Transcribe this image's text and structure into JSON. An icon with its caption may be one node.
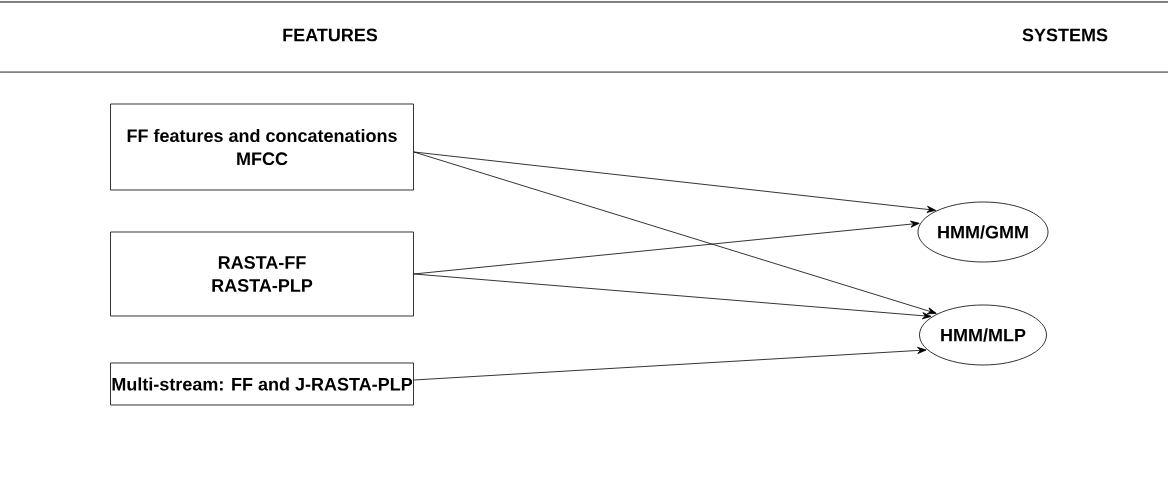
{
  "diagram": {
    "nodes": [
      {
        "text": [
          "FF features and concatenations",
          "MFCC"
        ]
      },
      {
        "text": [
          "RASTA-FF",
          "RASTA-PLP"
        ]
      },
      {
        "text": [
          "Multi-stream: FF and J-RASTA-PLP"
        ]
      },
      {
        "text": [
          "HMM/GMM"
        ]
      },
      {
        "text": [
          "HMM/MLP"
        ]
      }
    ],
    "edges": [
      {
        "from": 0,
        "to": 3,
        "arrow": "to"
      },
      {
        "from": 0,
        "to": 4,
        "arrow": "to"
      },
      {
        "from": 1,
        "to": 3,
        "arrow": "to"
      },
      {
        "from": 1,
        "to": 4,
        "arrow": "to"
      },
      {
        "from": 2,
        "to": 4,
        "arrow": "to"
      }
    ],
    "labels": [
      "FEATURES",
      "SYSTEMS"
    ]
  }
}
